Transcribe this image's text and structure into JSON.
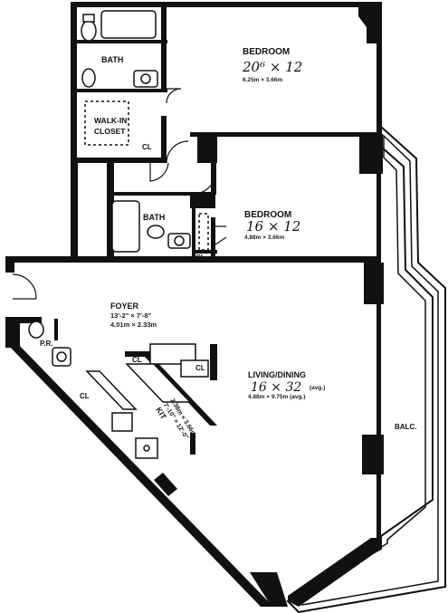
{
  "rooms": {
    "bedroom1": {
      "name": "BEDROOM",
      "dims": "20⁶ × 12",
      "metric": "6.25m × 3.66m"
    },
    "bedroom2": {
      "name": "BEDROOM",
      "dims": "16 × 12",
      "metric": "4.88m × 3.66m"
    },
    "bath1": {
      "name": "BATH"
    },
    "bath2": {
      "name": "BATH"
    },
    "walkin": {
      "line1": "WALK-IN",
      "line2": "CLOSET"
    },
    "foyer": {
      "name": "FOYER",
      "dims": "13'-2\" × 7'-8\"",
      "metric": "4.01m × 2.33m"
    },
    "pr": {
      "name": "P.R."
    },
    "living": {
      "name": "LIVING/DINING",
      "dims": "16 × 32",
      "avg": "(avg.)",
      "metric": "4.88m × 9.75m (avg.)"
    },
    "kitchen": {
      "name": "KIT",
      "dims": "7'-10\" × 12'-0\"",
      "metric": "2.38m × 3.66m"
    },
    "balcony": {
      "name": "BALC."
    }
  },
  "closets": {
    "label": "CL"
  }
}
